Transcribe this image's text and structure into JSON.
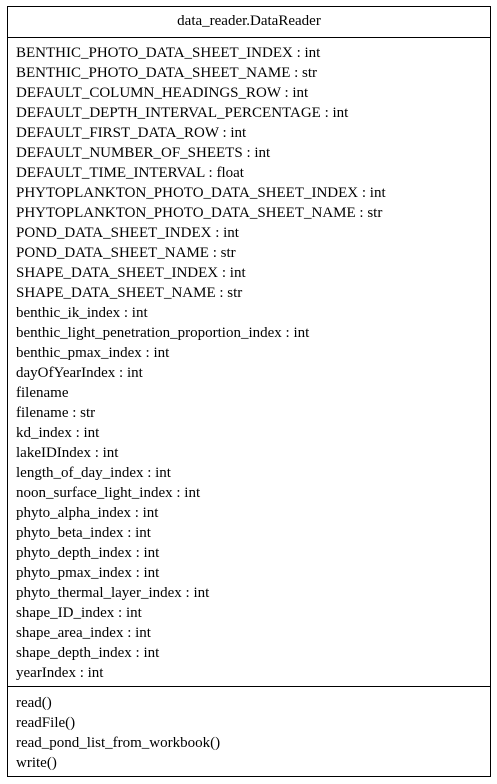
{
  "class": {
    "name": "data_reader.DataReader",
    "attributes": [
      "BENTHIC_PHOTO_DATA_SHEET_INDEX : int",
      "BENTHIC_PHOTO_DATA_SHEET_NAME : str",
      "DEFAULT_COLUMN_HEADINGS_ROW : int",
      "DEFAULT_DEPTH_INTERVAL_PERCENTAGE : int",
      "DEFAULT_FIRST_DATA_ROW : int",
      "DEFAULT_NUMBER_OF_SHEETS : int",
      "DEFAULT_TIME_INTERVAL : float",
      "PHYTOPLANKTON_PHOTO_DATA_SHEET_INDEX : int",
      "PHYTOPLANKTON_PHOTO_DATA_SHEET_NAME : str",
      "POND_DATA_SHEET_INDEX : int",
      "POND_DATA_SHEET_NAME : str",
      "SHAPE_DATA_SHEET_INDEX : int",
      "SHAPE_DATA_SHEET_NAME : str",
      "benthic_ik_index : int",
      "benthic_light_penetration_proportion_index : int",
      "benthic_pmax_index : int",
      "dayOfYearIndex : int",
      "filename",
      "filename : str",
      "kd_index : int",
      "lakeIDIndex : int",
      "length_of_day_index : int",
      "noon_surface_light_index : int",
      "phyto_alpha_index : int",
      "phyto_beta_index : int",
      "phyto_depth_index : int",
      "phyto_pmax_index : int",
      "phyto_thermal_layer_index : int",
      "shape_ID_index : int",
      "shape_area_index : int",
      "shape_depth_index : int",
      "yearIndex : int"
    ],
    "methods": [
      "read()",
      "readFile()",
      "read_pond_list_from_workbook()",
      "write()"
    ]
  }
}
